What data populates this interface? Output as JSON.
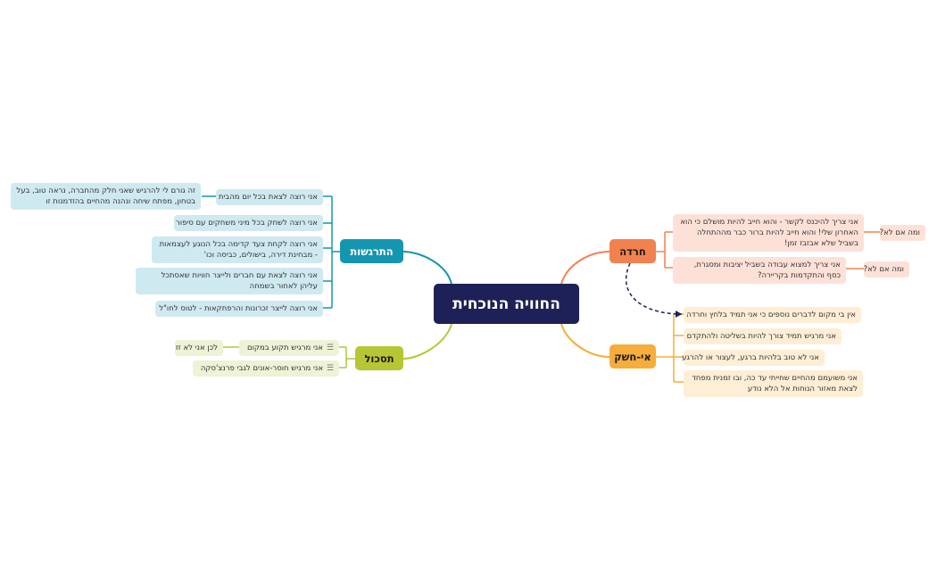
{
  "central": "החוויה הנוכחית",
  "branches": {
    "excitement": {
      "label": "התרגשות",
      "color": "#1596b0",
      "items": [
        "אני רוצה לצאת בכל יום מהבית",
        "אני רוצה לשחק בכל מיני משחקים עם סיפור",
        "אני רוצה לקחת צעד קדימה בכל הנוגע לעצמאות - מבחינת דירה, בישולים, כביסה וכו'",
        "אני רוצה לצאת עם חברים ולייצר חוויות שאסתכל עליהן לאחור בשמחה",
        "אני רוצה לייצר זכרונות והרפתקאות - לטוס לחו\"ל"
      ],
      "sub": "זה גורם לי להרגיש שאני חלק מהחברה, נראה טוב, בעל בטחון, מפתח שיחה ונהנה מהחיים בהזדמנות זו"
    },
    "frustration": {
      "label": "תסכול",
      "color": "#b6c635",
      "items": [
        "אני מרגיש תקוע במקום",
        "אני מרגיש חוסר-אונים לגבי פרנצ'סקה"
      ],
      "sub": "לכן אני לא זז"
    },
    "anxiety": {
      "label": "חרדה",
      "color": "#f28150",
      "items": [
        "אני צריך להיכנס לקשר - והוא חייב להיות מושלם כי הוא האחרון שלי! והוא חייב להיות ברור כבר מההתחלה בשביל שלא אבזבז זמן!",
        "אני צריך למצוא עבודה בשביל יציבות ומסגרת, כסף והתקדמות בקריירה?"
      ],
      "subs": [
        "ומה אם לא?",
        "ומה אם לא?"
      ]
    },
    "lack_of_desire": {
      "label": "אי-חשק",
      "color": "#f6ad3b",
      "items": [
        "אין בי מקום לדברים נוספים כי אני תמיד בלחץ וחרדה",
        "אני מרגיש תמיד צורך להיות בשליטה ולהתקדם",
        "אני לא טוב בלהיות ברגע, לעצור או להרגע",
        "אני משועמם מהחיים שחייתי עד כה, ובו זמנית מפחד לצאת מאזור הנוחות אל הלא נודע"
      ]
    }
  }
}
